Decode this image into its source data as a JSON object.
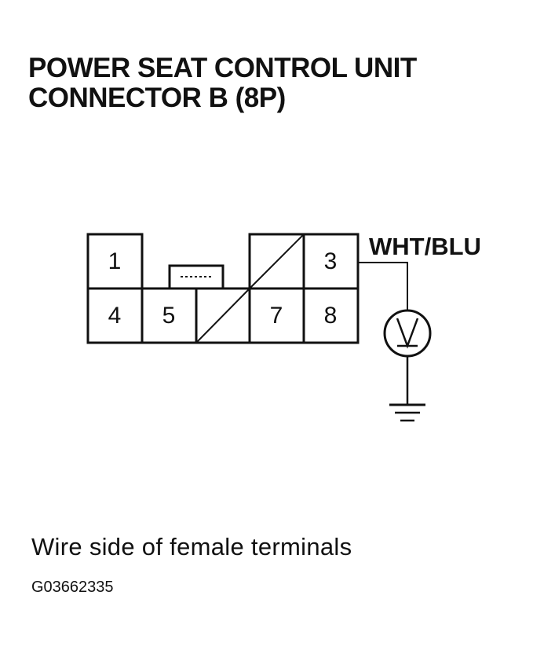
{
  "title": {
    "line1": "POWER SEAT CONTROL UNIT",
    "line2": "CONNECTOR B (8P)"
  },
  "connector": {
    "pins": [
      {
        "id": "pin-1",
        "label": "1"
      },
      {
        "id": "pin-3",
        "label": "3"
      },
      {
        "id": "pin-4",
        "label": "4"
      },
      {
        "id": "pin-5",
        "label": "5"
      },
      {
        "id": "pin-7",
        "label": "7"
      },
      {
        "id": "pin-8",
        "label": "8"
      }
    ],
    "unused_cavities": 2
  },
  "wire": {
    "label": "WHT/BLU",
    "terminal": "3"
  },
  "meter": {
    "icon": "voltmeter-icon"
  },
  "ground": {
    "icon": "ground-icon"
  },
  "caption": "Wire side of female terminals",
  "figure_id": "G03662335"
}
